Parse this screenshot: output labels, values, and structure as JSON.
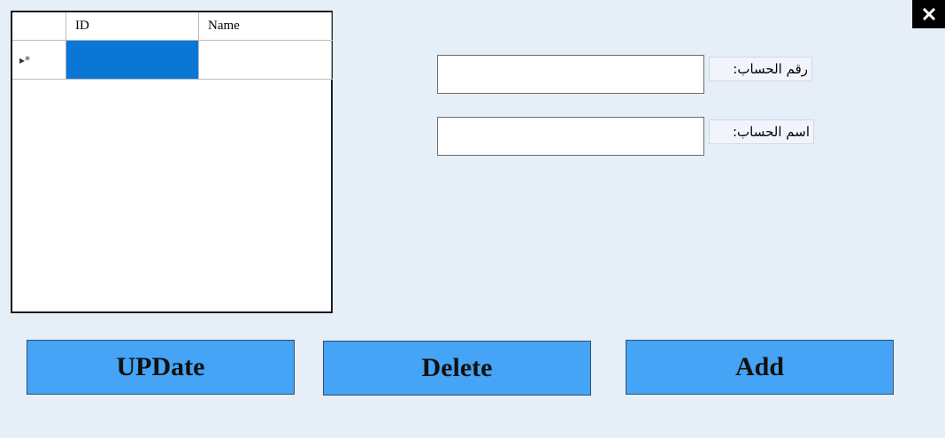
{
  "window": {
    "close_icon": "close-icon"
  },
  "grid": {
    "columns": [
      "",
      "ID",
      "Name"
    ],
    "rows": [
      {
        "row_marker": "▸*",
        "id": "",
        "name": ""
      }
    ],
    "selected_cell_color": "#0a77d6"
  },
  "form": {
    "account_number": {
      "label": "رقم الحساب:",
      "value": "",
      "placeholder": ""
    },
    "account_name": {
      "label": "اسم الحساب:",
      "value": "",
      "placeholder": ""
    }
  },
  "actions": {
    "update_label": "UPDate",
    "delete_label": "Delete",
    "add_label": "Add"
  },
  "colors": {
    "background": "#e6eef8",
    "button": "#45a4f5",
    "close_button": "#000000"
  }
}
